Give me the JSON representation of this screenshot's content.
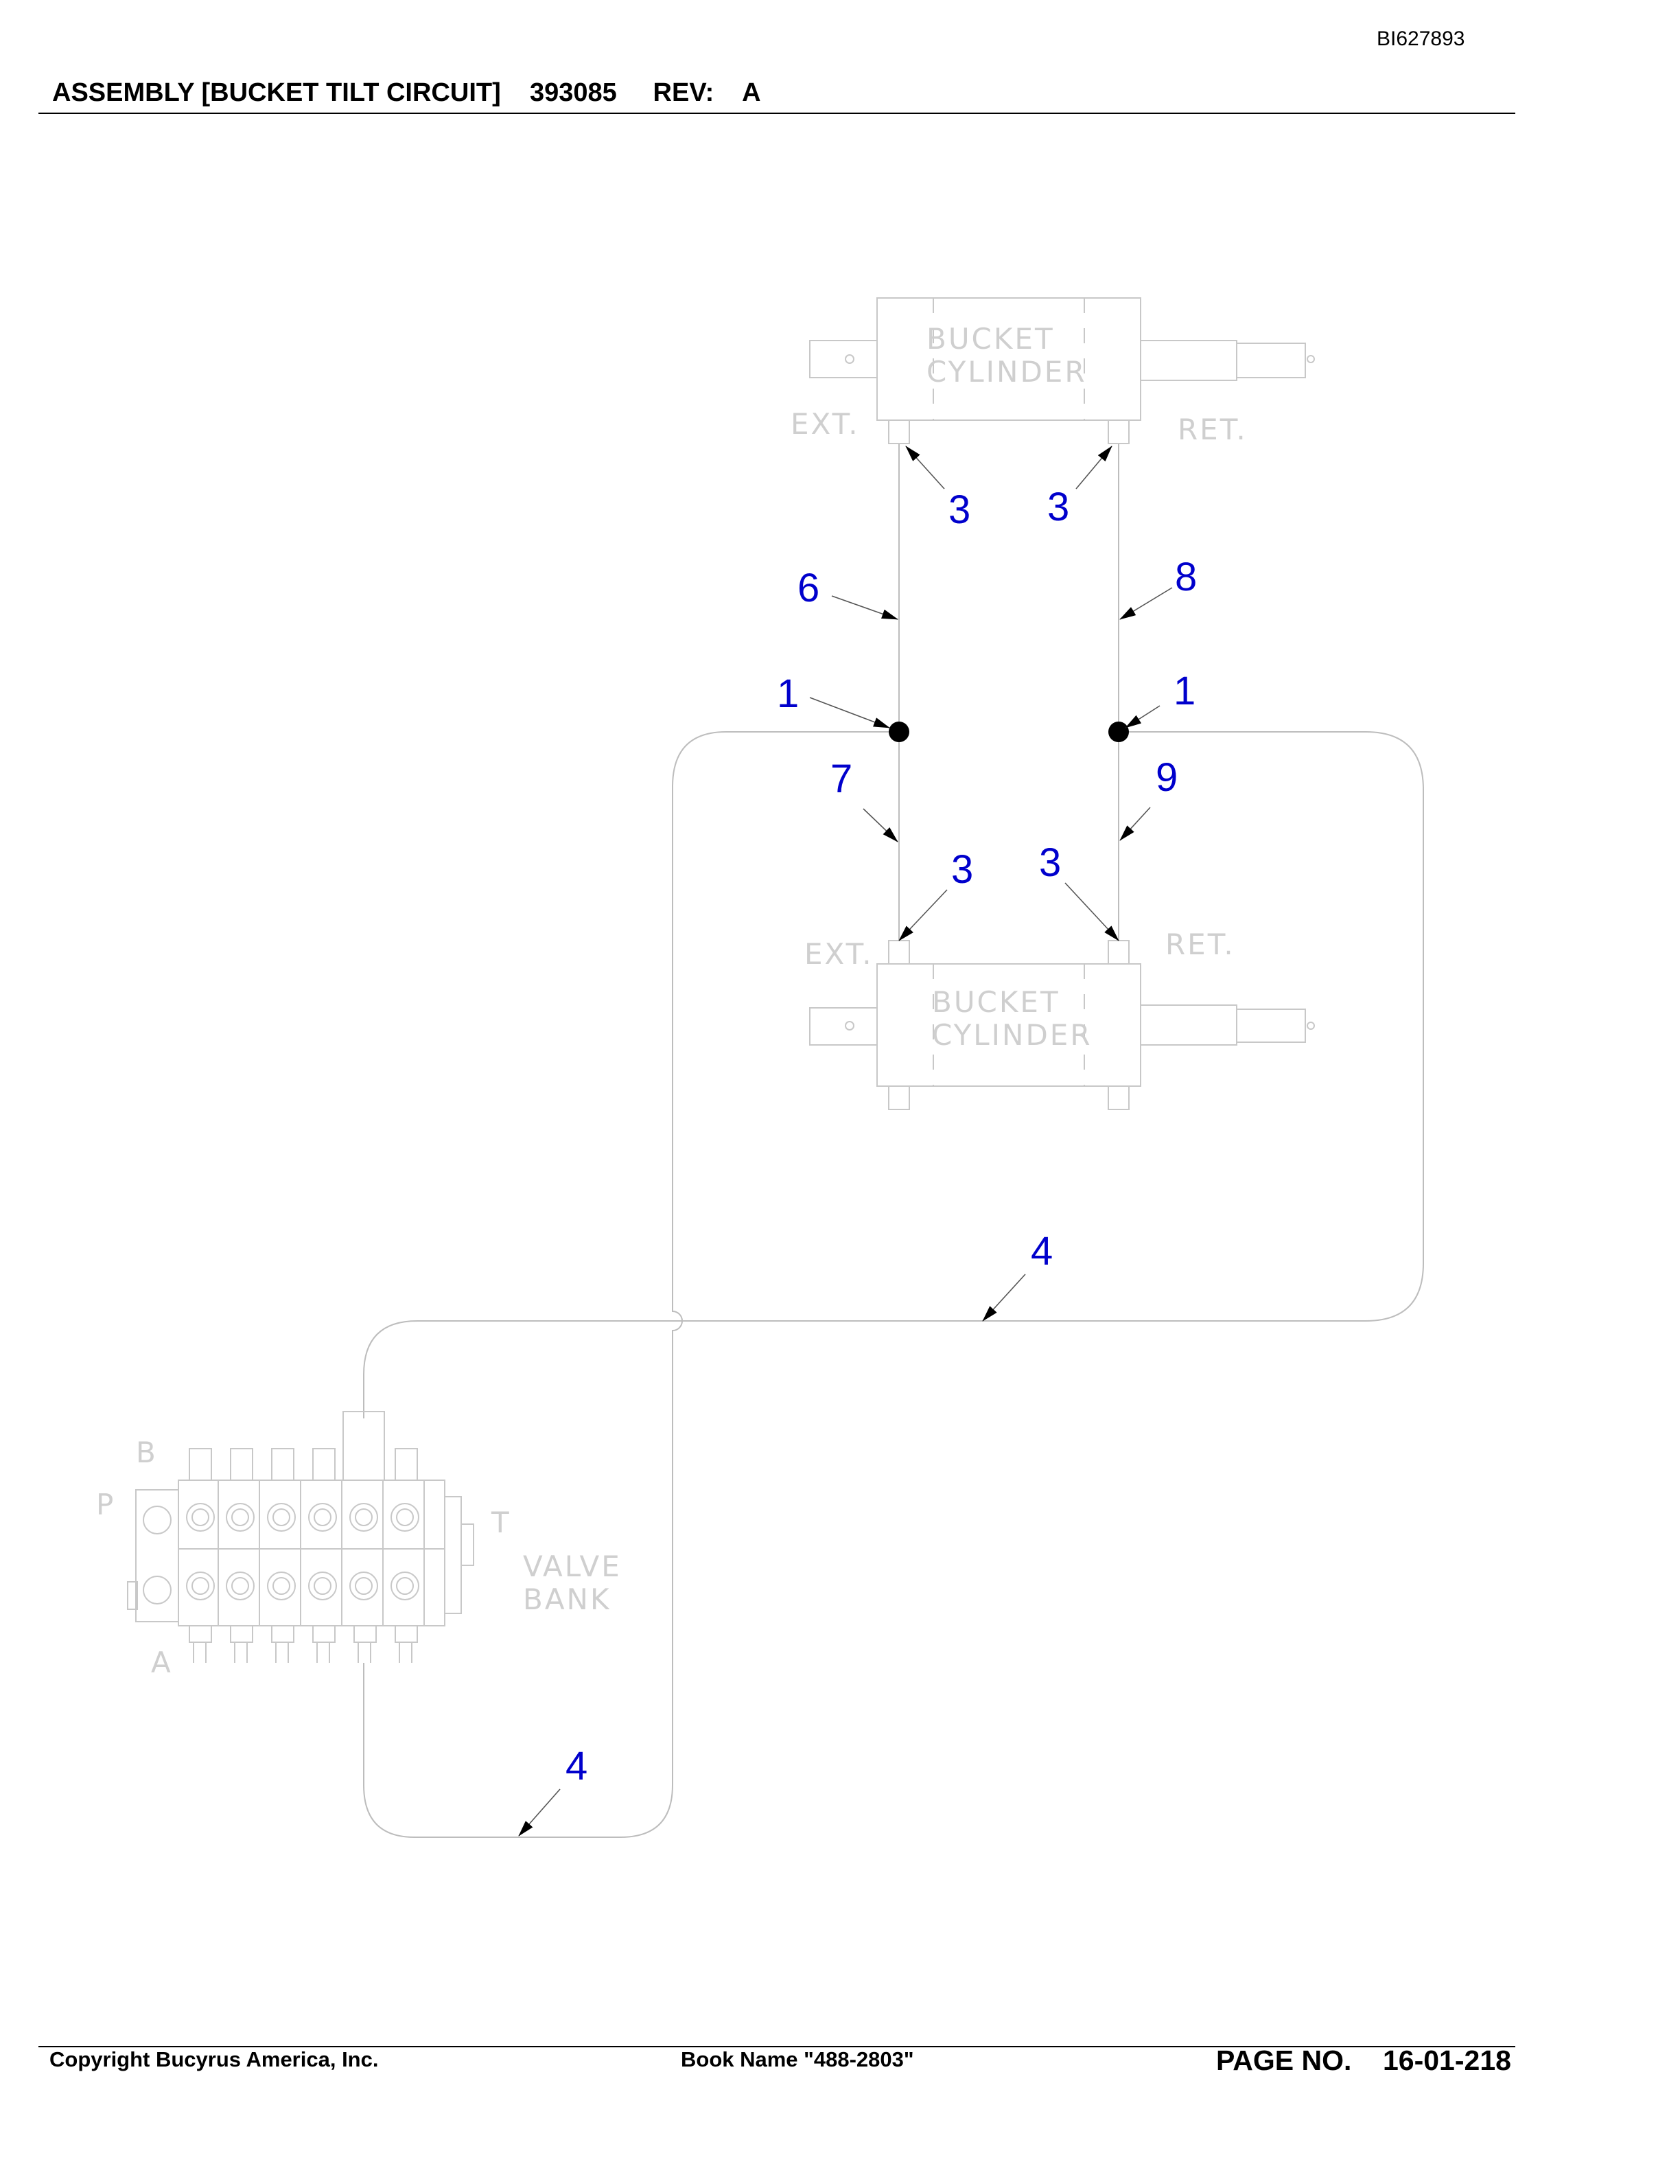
{
  "header": {
    "doc_id": "BI627893",
    "title": "ASSEMBLY [BUCKET TILT CIRCUIT]    393085     REV:    A"
  },
  "diagram": {
    "upper_cylinder": {
      "label_line1": "BUCKET",
      "label_line2": "CYLINDER",
      "port_left": "EXT.",
      "port_right": "RET."
    },
    "lower_cylinder": {
      "label_line1": "BUCKET",
      "label_line2": "CYLINDER",
      "port_left": "EXT.",
      "port_right": "RET."
    },
    "valve_bank": {
      "label_line1": "VALVE",
      "label_line2": "BANK",
      "port_b": "B",
      "port_p": "P",
      "port_a": "A",
      "port_t": "T"
    },
    "callouts": {
      "c1": "3",
      "c2": "3",
      "c3": "6",
      "c4": "8",
      "c5": "1",
      "c6": "1",
      "c7": "7",
      "c8": "9",
      "c9": "3",
      "c10": "3",
      "c11": "4",
      "c12": "4"
    },
    "colors": {
      "callout": "#0000cc",
      "ghost_line": "#c8c8c8"
    }
  },
  "footer": {
    "copyright": "Copyright Bucyrus America, Inc.",
    "book": "Book Name \"488-2803\"",
    "page": "PAGE NO.    16-01-218"
  }
}
